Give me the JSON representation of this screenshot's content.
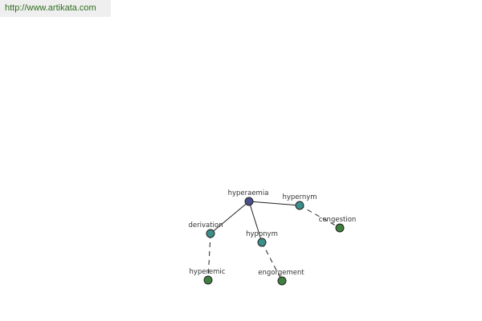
{
  "watermark": {
    "url": "http://www.artikata.com"
  },
  "graph": {
    "colors": {
      "root": "#4a4f8a",
      "relation": "#3d8f8a",
      "leaf": "#3f7f3f"
    },
    "nodes": {
      "root": {
        "label": "hyperaemia"
      },
      "hypernym": {
        "label": "hypernym"
      },
      "derivation": {
        "label": "derivation"
      },
      "hyponym": {
        "label": "hyponym"
      },
      "congestion": {
        "label": "congestion"
      },
      "hyperemic": {
        "label": "hyperemic"
      },
      "engorgement": {
        "label": "engorgement"
      }
    }
  }
}
